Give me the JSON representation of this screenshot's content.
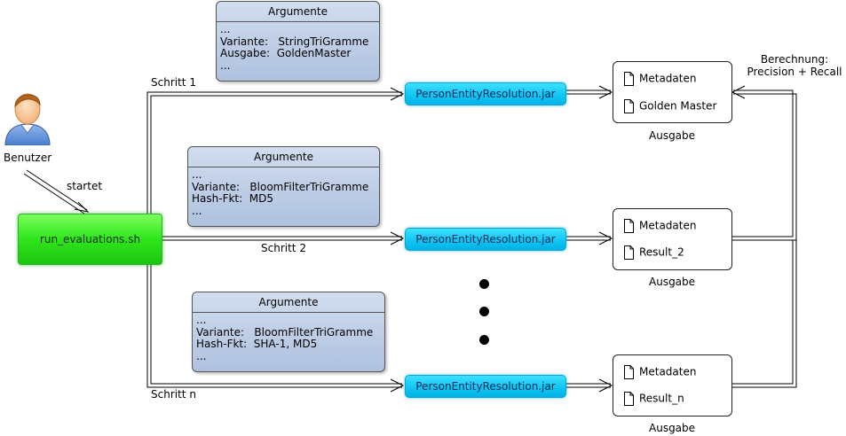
{
  "user": {
    "label": "Benutzer",
    "action": "startet"
  },
  "script": {
    "label": "run_evaluations.sh"
  },
  "steps": [
    {
      "label": "Schritt 1"
    },
    {
      "label": "Schritt 2"
    },
    {
      "label": "Schritt n"
    }
  ],
  "arguments": [
    {
      "title": "Argumente",
      "lines": [
        "...",
        "Variante:   StringTriGramme",
        "Ausgabe:  GoldenMaster",
        "..."
      ]
    },
    {
      "title": "Argumente",
      "lines": [
        "...",
        "Variante:   BloomFilterTriGramme",
        "Hash-Fkt:  MD5",
        "..."
      ]
    },
    {
      "title": "Argumente",
      "lines": [
        "...",
        "Variante:   BloomFilterTriGramme",
        "Hash-Fkt:  SHA-1, MD5",
        "..."
      ]
    }
  ],
  "jar": {
    "label": "PersonEntityResolution.jar"
  },
  "outputs": [
    {
      "items": [
        "Metadaten",
        "Golden Master"
      ],
      "caption": "Ausgabe"
    },
    {
      "items": [
        "Metadaten",
        "Result_2"
      ],
      "caption": "Ausgabe"
    },
    {
      "items": [
        "Metadaten",
        "Result_n"
      ],
      "caption": "Ausgabe"
    }
  ],
  "evaluation": {
    "line1": "Berechnung:",
    "line2": "Precision + Recall"
  }
}
